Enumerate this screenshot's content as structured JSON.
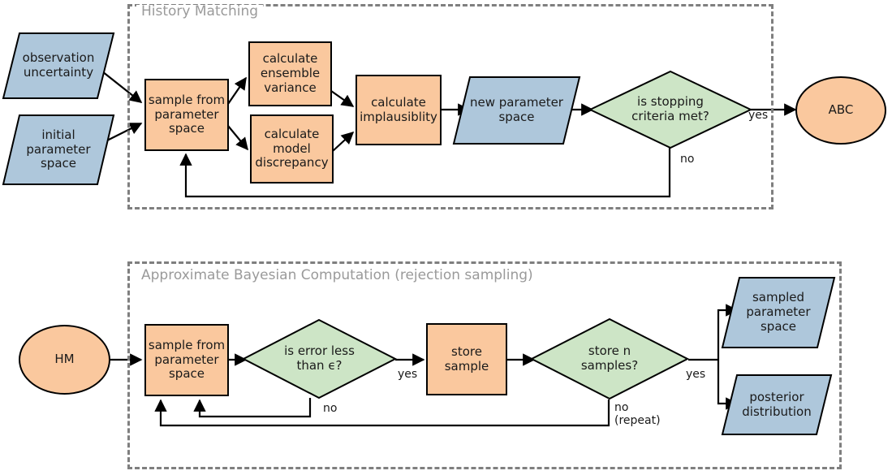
{
  "diagram": {
    "title_hidden": "",
    "colors": {
      "orange_fill": "#fac89e",
      "blue_fill": "#aec7db",
      "green_fill": "#cde5c6",
      "stroke": "#000000",
      "group_border": "#7f7f7f",
      "group_title_text": "#9a9a9a"
    }
  },
  "groups": [
    {
      "id": "history-matching",
      "title": "History Matching"
    },
    {
      "id": "abc",
      "title": "Approximate Bayesian Computation (rejection sampling)"
    }
  ],
  "history_matching": {
    "inputs": [
      {
        "id": "observation-uncertainty",
        "label": "observation\nuncertainty",
        "shape": "parallelogram",
        "fill": "#aec7db"
      },
      {
        "id": "initial-parameter-space",
        "label": "initial\nparameter\nspace",
        "shape": "parallelogram",
        "fill": "#aec7db"
      }
    ],
    "nodes": [
      {
        "id": "hm-sample",
        "label": "sample from\nparameter\nspace",
        "shape": "process",
        "fill": "#fac89e"
      },
      {
        "id": "calculate-ensemble-variance",
        "label": "calculate\nensemble\nvariance",
        "shape": "process",
        "fill": "#fac89e"
      },
      {
        "id": "calculate-model-discrepancy",
        "label": "calculate\nmodel\ndiscrepancy",
        "shape": "process",
        "fill": "#fac89e"
      },
      {
        "id": "calculate-implausiblity",
        "label": "calculate\nimplausiblity",
        "shape": "process",
        "fill": "#fac89e"
      },
      {
        "id": "new-parameter-space",
        "label": "new parameter\nspace",
        "shape": "parallelogram",
        "fill": "#aec7db"
      },
      {
        "id": "is-stopping-criteria-met",
        "label": "is stopping\ncriteria met?",
        "shape": "decision",
        "fill": "#cde5c6"
      },
      {
        "id": "abc-terminal",
        "label": "ABC",
        "shape": "terminal",
        "fill": "#fac89e"
      }
    ],
    "edge_labels": [
      {
        "id": "hm-yes",
        "text": "yes"
      },
      {
        "id": "hm-no",
        "text": "no"
      }
    ]
  },
  "abc_section": {
    "nodes": [
      {
        "id": "hm-terminal",
        "label": "HM",
        "shape": "terminal",
        "fill": "#fac89e"
      },
      {
        "id": "abc-sample",
        "label": "sample from\nparameter\nspace",
        "shape": "process",
        "fill": "#fac89e"
      },
      {
        "id": "is-error-less-than-epsilon",
        "label": "is error less\nthan ϵ?",
        "shape": "decision",
        "fill": "#cde5c6"
      },
      {
        "id": "store-sample",
        "label": "store\nsample",
        "shape": "process",
        "fill": "#fac89e"
      },
      {
        "id": "store-n-samples",
        "label": "store n\nsamples?",
        "shape": "decision",
        "fill": "#cde5c6"
      },
      {
        "id": "sampled-parameter-space",
        "label": "sampled\nparameter\nspace",
        "shape": "parallelogram",
        "fill": "#aec7db"
      },
      {
        "id": "posterior-distribution",
        "label": "posterior\ndistribution",
        "shape": "parallelogram",
        "fill": "#aec7db"
      }
    ],
    "edge_labels": [
      {
        "id": "abc-yes-1",
        "text": "yes"
      },
      {
        "id": "abc-no-1",
        "text": "no"
      },
      {
        "id": "abc-yes-2",
        "text": "yes"
      },
      {
        "id": "abc-no-2",
        "text": "no\n(repeat)"
      }
    ]
  }
}
